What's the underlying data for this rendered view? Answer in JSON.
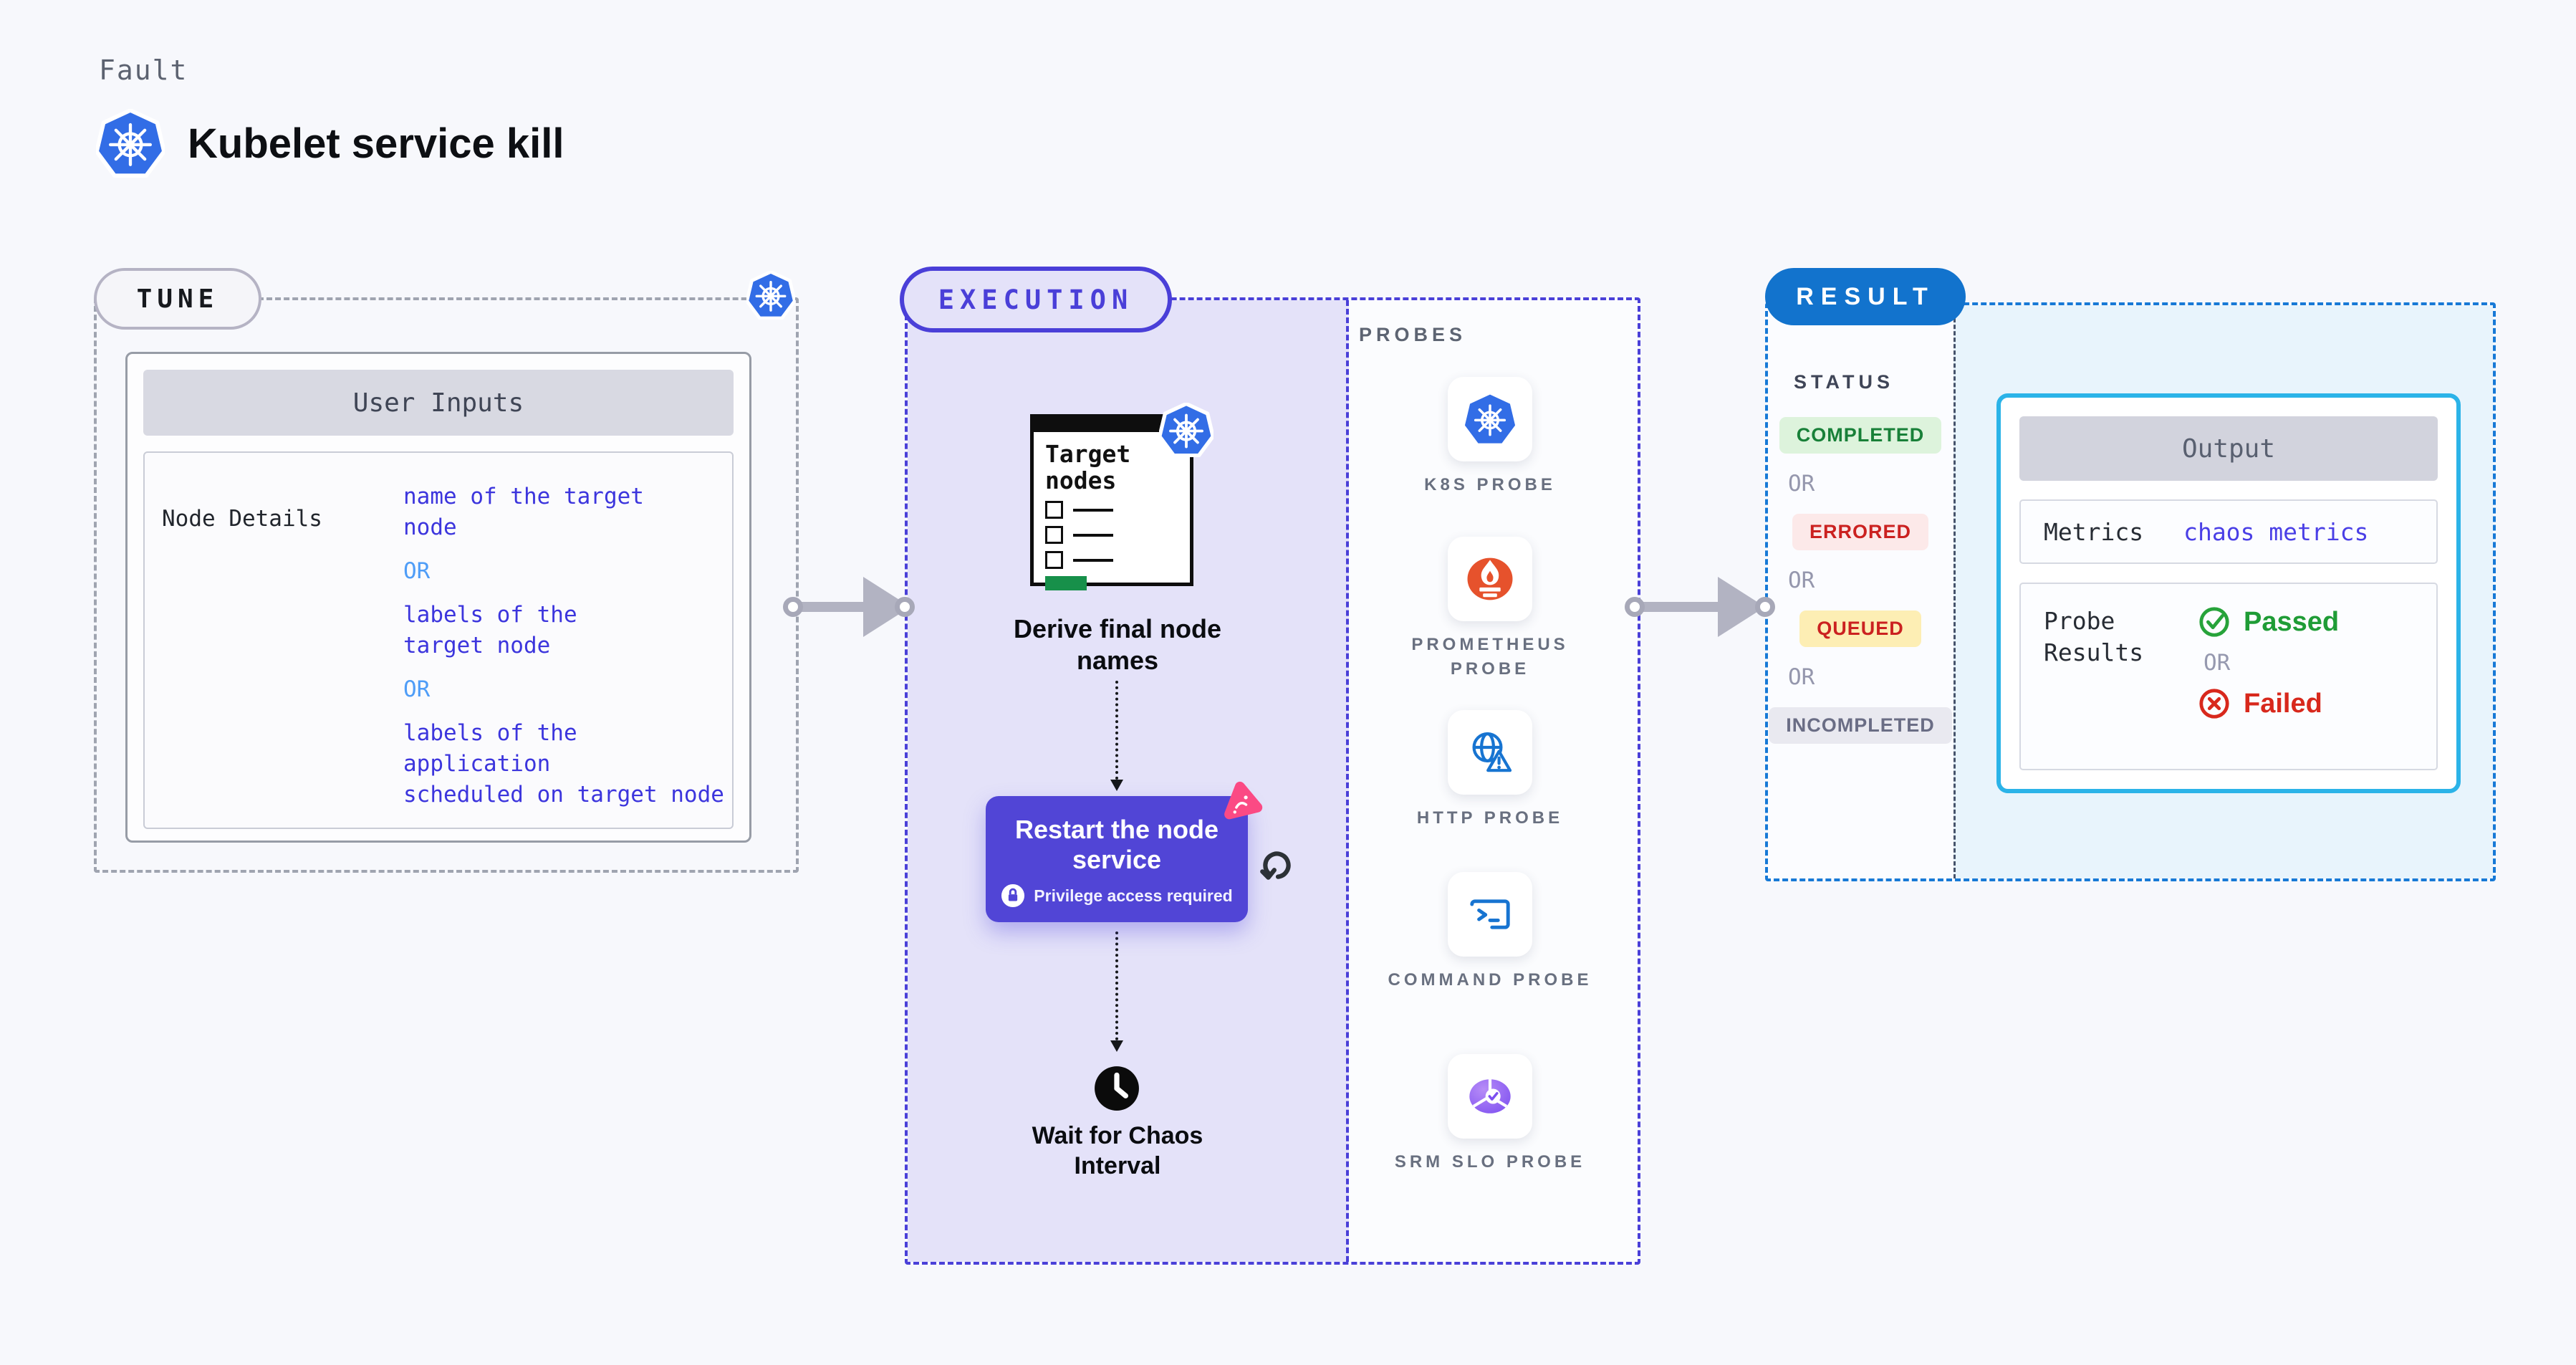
{
  "header": {
    "eyebrow": "Fault",
    "title": "Kubelet service kill"
  },
  "tune": {
    "pill": "TUNE",
    "table_header": "User Inputs",
    "row_label": "Node Details",
    "values": [
      {
        "type": "value",
        "text": "name of the target\nnode"
      },
      {
        "type": "or",
        "text": "OR"
      },
      {
        "type": "value",
        "text": "labels of the\ntarget node"
      },
      {
        "type": "or",
        "text": "OR"
      },
      {
        "type": "value",
        "text": "labels of the application\nscheduled on target node"
      }
    ]
  },
  "execution": {
    "pill": "EXECUTION",
    "target_card_title": "Target nodes",
    "step1": "Derive final node names",
    "step2": "Restart the node service",
    "step2_note": "Privilege access required",
    "step3": "Wait for Chaos Interval"
  },
  "probes": {
    "label": "PROBES",
    "items": [
      {
        "icon": "kubernetes-icon",
        "label": "K8S PROBE"
      },
      {
        "icon": "prometheus-icon",
        "label": "PROMETHEUS PROBE"
      },
      {
        "icon": "http-icon",
        "label": "HTTP PROBE"
      },
      {
        "icon": "command-icon",
        "label": "COMMAND PROBE"
      },
      {
        "icon": "srm-slo-icon",
        "label": "SRM SLO PROBE"
      }
    ]
  },
  "result": {
    "pill": "RESULT",
    "status_label": "STATUS",
    "or_label": "OR",
    "statuses": [
      {
        "label": "COMPLETED",
        "bg": "#ddf3dc",
        "color": "#188038"
      },
      {
        "label": "ERRORED",
        "bg": "#fce9e9",
        "color": "#cb2120"
      },
      {
        "label": "QUEUED",
        "bg": "#fdeeb4",
        "color": "#cb2120"
      },
      {
        "label": "INCOMPLETED",
        "bg": "#e9e9f0",
        "color": "#6a6d85"
      }
    ],
    "output": {
      "header": "Output",
      "metrics_label": "Metrics",
      "metrics_value": "chaos metrics",
      "probe_results_label": "Probe\nResults",
      "passed": "Passed",
      "or": "OR",
      "failed": "Failed"
    }
  },
  "colors": {
    "background": "#f7f8fc",
    "kubernetes_blue": "#326de6",
    "execution_indigo": "#4a3fd8",
    "execution_fill": "#e4e2f9",
    "result_blue": "#1273cd",
    "result_fill": "#e8f4fc",
    "output_border_cyan": "#2bb3e8",
    "restart_card_purple": "#5145d6",
    "chaos_pink": "#fb4a84",
    "value_indigo": "#3c35dd",
    "or_light_blue": "#4f9df7",
    "passed_green": "#1f9c36",
    "failed_red": "#d8281c",
    "prometheus_orange": "#e6522c",
    "arrow_grey": "#b2b3c2"
  }
}
